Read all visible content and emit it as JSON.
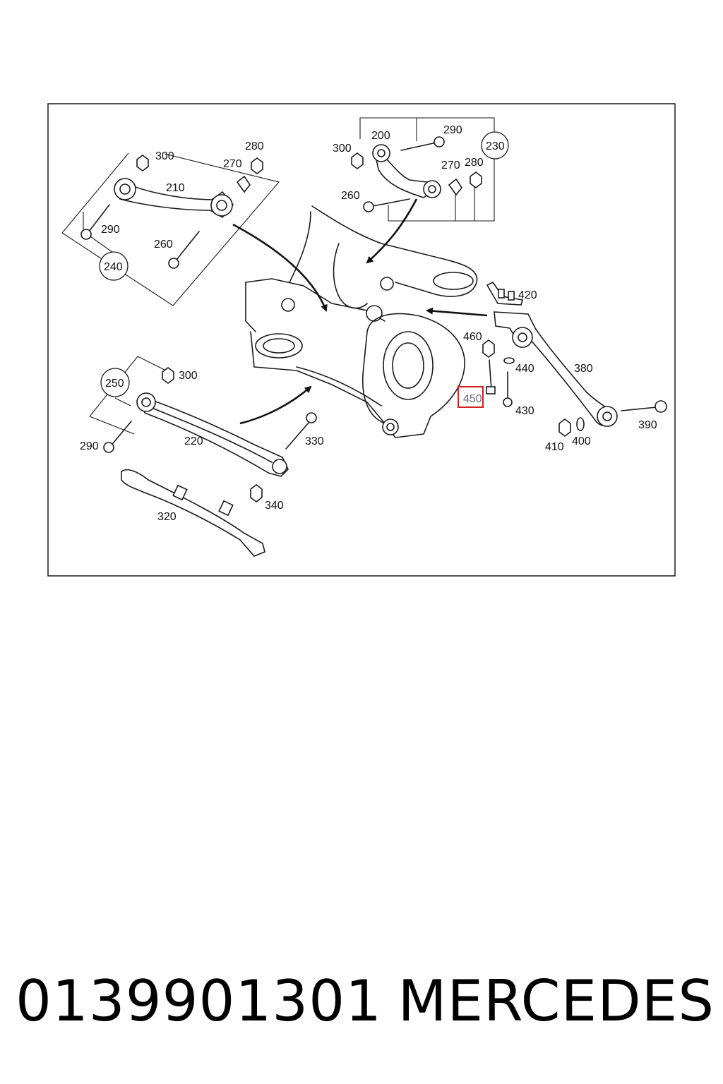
{
  "labels": {
    "l200": "200",
    "l210": "210",
    "l220": "220",
    "l230": "230",
    "l240": "240",
    "l250": "250",
    "l260a": "260",
    "l260b": "260",
    "l270a": "270",
    "l270b": "270",
    "l280a": "280",
    "l280b": "280",
    "l290a": "290",
    "l290b": "290",
    "l290c": "290",
    "l300a": "300",
    "l300b": "300",
    "l300c": "300",
    "l320": "320",
    "l330": "330",
    "l340": "340",
    "l380": "380",
    "l390": "390",
    "l400": "400",
    "l410": "410",
    "l420": "420",
    "l430": "430",
    "l440": "440",
    "l450": "450",
    "l460": "460"
  },
  "highlight": {
    "part": "450",
    "color": "#d02020"
  },
  "caption": {
    "part_number": "0139901301",
    "brand": "MERCEDES"
  }
}
